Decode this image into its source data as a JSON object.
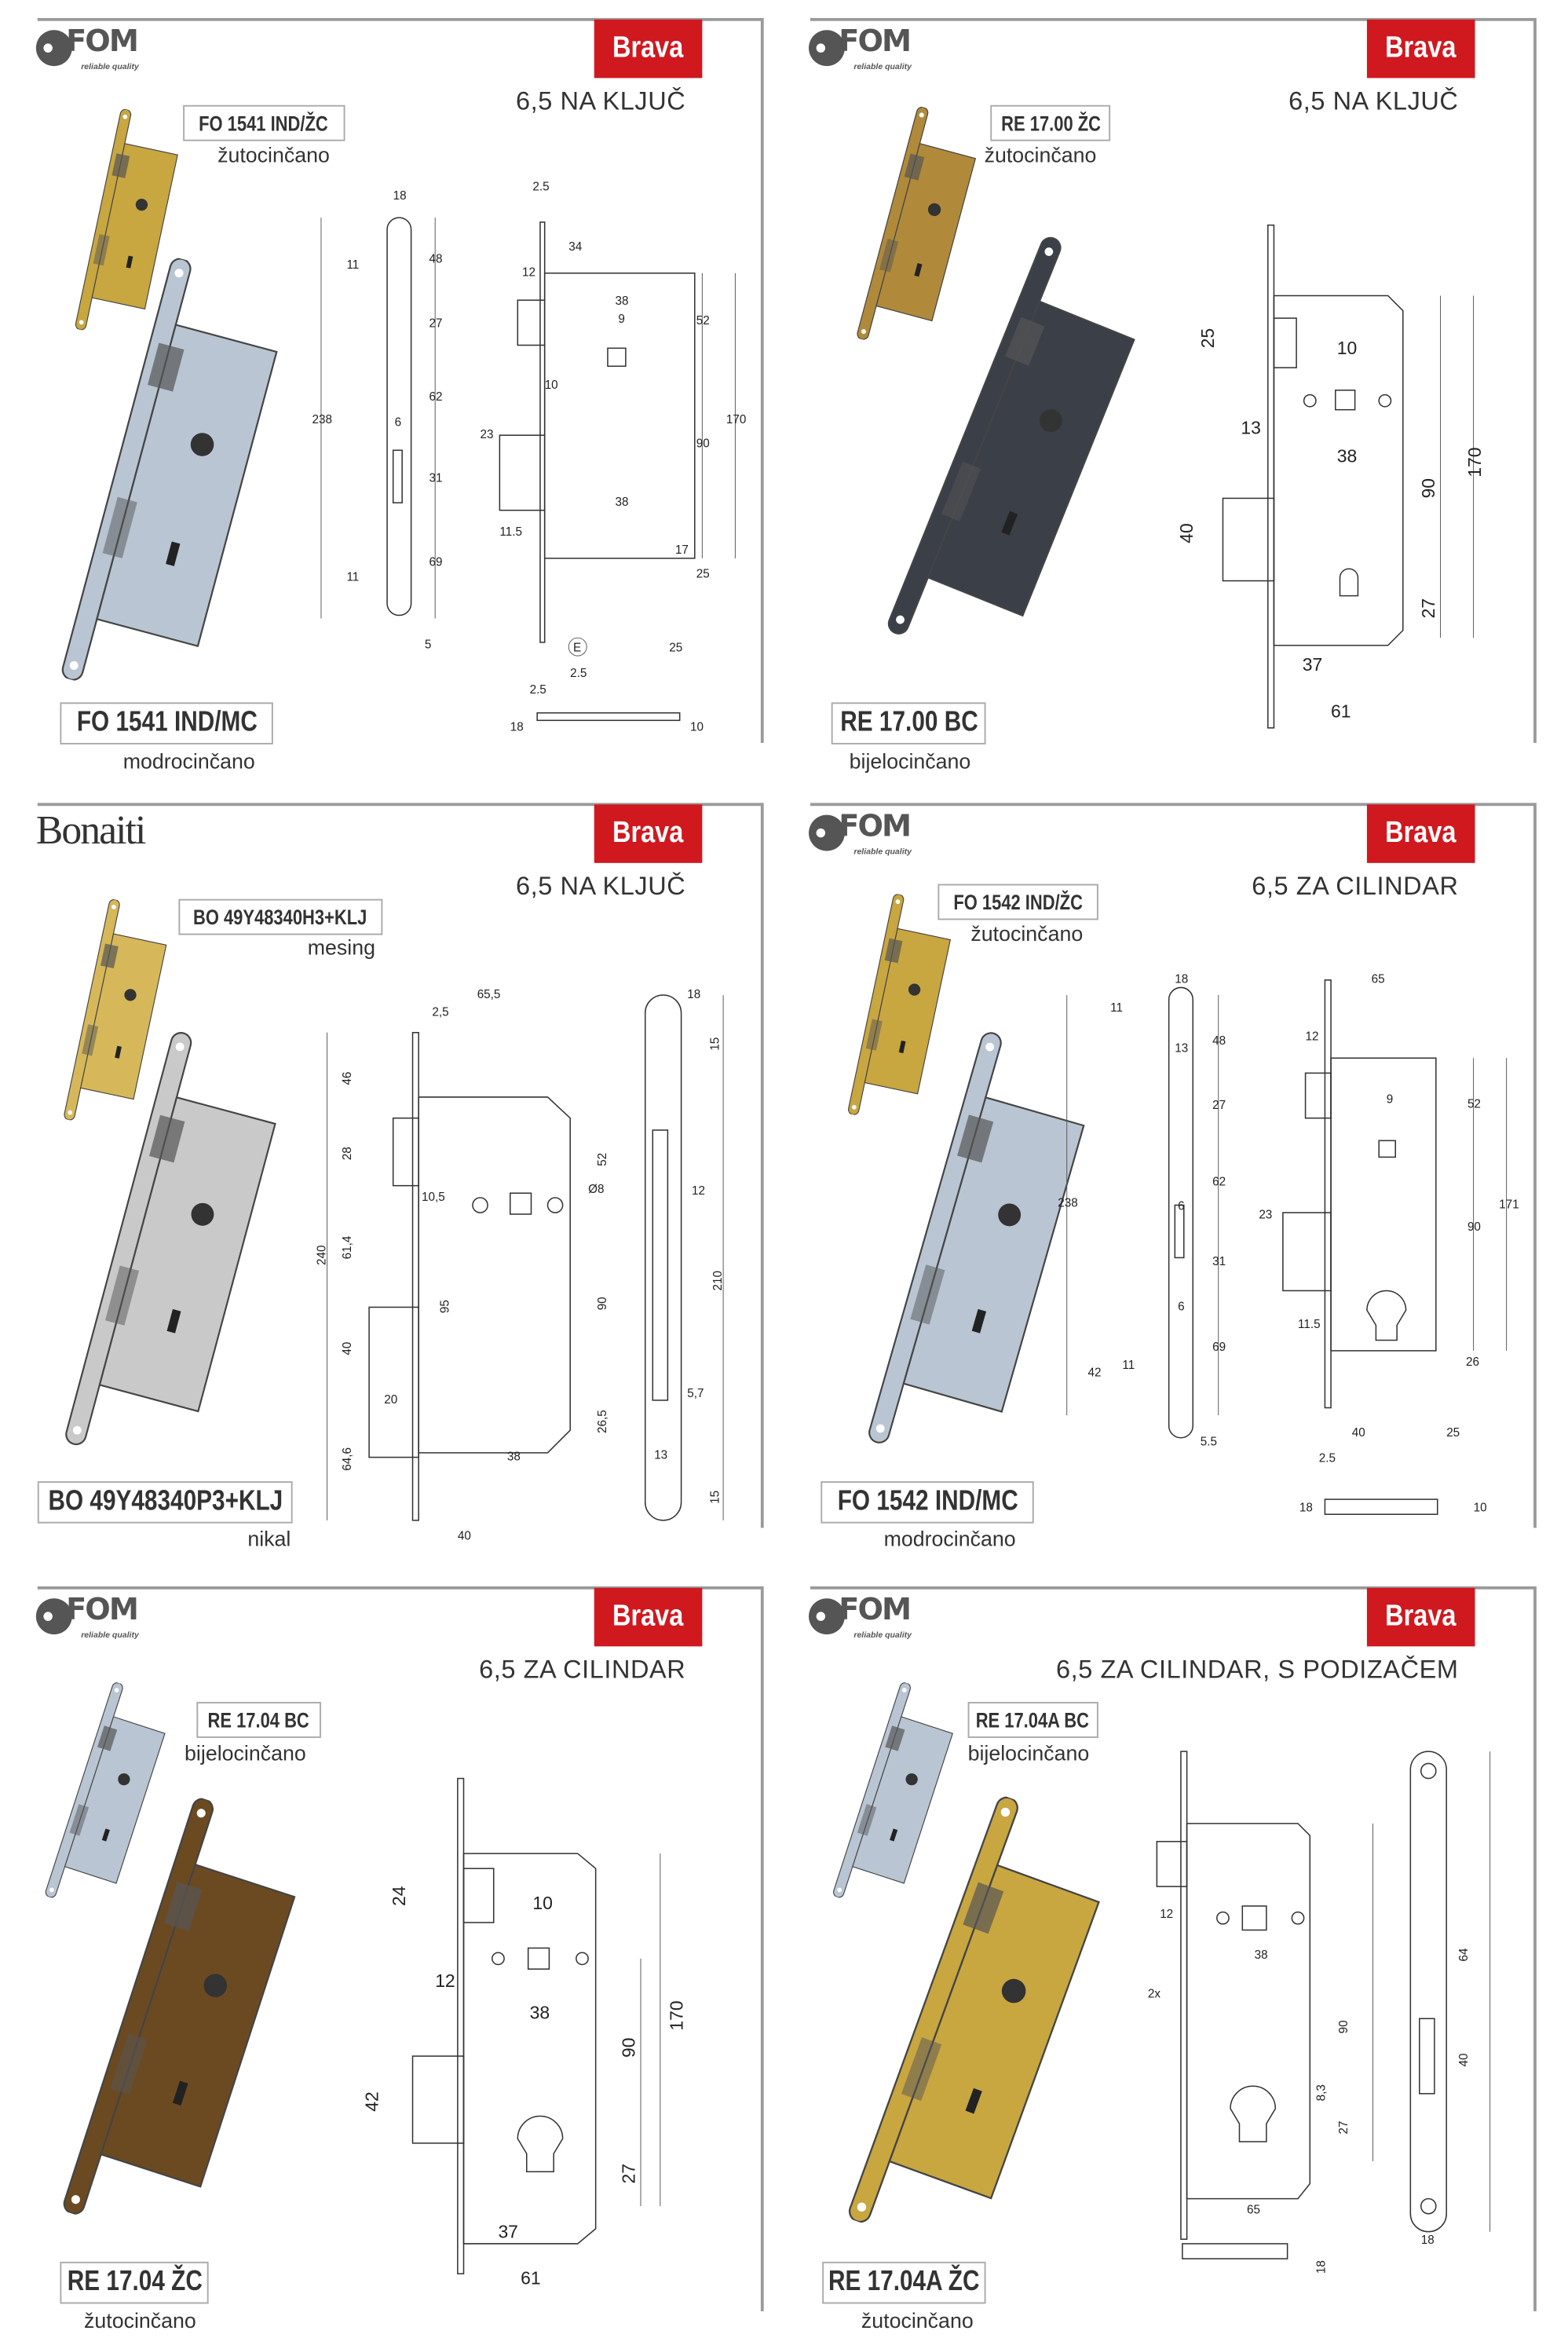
{
  "panels": [
    {
      "logo": "FOM",
      "logo_tag": "reliable quality",
      "badge": "Brava",
      "title": "6,5 NA KLJUČ",
      "top_code": "FO 1541 IND/ŽC",
      "top_finish": "žutocinčano",
      "bottom_code": "FO 1541 IND/MC",
      "bottom_finish": "modrocinčano",
      "dims": [
        "18",
        "11",
        "48",
        "27",
        "62",
        "238",
        "6",
        "31",
        "69",
        "11",
        "5",
        "2.5",
        "34",
        "12",
        "38",
        "9",
        "52",
        "10",
        "170",
        "23",
        "90",
        "38",
        "11.5",
        "17",
        "25",
        "E",
        "25",
        "2.5",
        "2.5",
        "18",
        "10"
      ]
    },
    {
      "logo": "FOM",
      "logo_tag": "reliable quality",
      "badge": "Brava",
      "title": "6,5 NA KLJUČ",
      "top_code": "RE 17.00 ŽC",
      "top_finish": "žutocinčano",
      "bottom_code": "RE 17.00 BC",
      "bottom_finish": "bijelocinčano",
      "dims": [
        "25",
        "10",
        "13",
        "38",
        "170",
        "90",
        "40",
        "27",
        "37",
        "61"
      ]
    },
    {
      "logo": "Bonaiti",
      "badge": "Brava",
      "title": "6,5 NA KLJUČ",
      "top_code": "BO 49Y48340H3+KLJ",
      "top_finish": "mesing",
      "bottom_code": "BO 49Y48340P3+KLJ",
      "bottom_finish": "nikal",
      "dims": [
        "65,5",
        "2,5",
        "18",
        "46",
        "15",
        "28",
        "52",
        "Ø8",
        "12",
        "10,5",
        "240",
        "61,4",
        "210",
        "95",
        "90",
        "40",
        "20",
        "5,7",
        "26,5",
        "38",
        "13",
        "64,6",
        "15",
        "40"
      ]
    },
    {
      "logo": "FOM",
      "logo_tag": "reliable quality",
      "badge": "Brava",
      "title": "6,5 ZA CILINDAR",
      "top_code": "FO 1542 IND/ŽC",
      "top_finish": "žutocinčano",
      "bottom_code": "FO 1542 IND/MC",
      "bottom_finish": "modrocinčano",
      "dims": [
        "18",
        "11",
        "13",
        "48",
        "27",
        "238",
        "62",
        "6",
        "31",
        "6",
        "69",
        "42",
        "11",
        "5.5",
        "65",
        "12",
        "9",
        "52",
        "171",
        "23",
        "90",
        "11.5",
        "26",
        "40",
        "25",
        "2.5",
        "18",
        "10"
      ]
    },
    {
      "logo": "FOM",
      "logo_tag": "reliable quality",
      "badge": "Brava",
      "title": "6,5 ZA CILINDAR",
      "top_code": "RE 17.04 BC",
      "top_finish": "bijelocinčano",
      "bottom_code": "RE 17.04 ŽC",
      "bottom_finish": "žutocinčano",
      "dims": [
        "24",
        "10",
        "12",
        "38",
        "170",
        "90",
        "42",
        "27",
        "37",
        "61"
      ]
    },
    {
      "logo": "FOM",
      "logo_tag": "reliable quality",
      "badge": "Brava",
      "title": "6,5 ZA CILINDAR, S PODIZAČEM",
      "top_code": "RE 17.04A BC",
      "top_finish": "bijelocinčano",
      "bottom_code": "RE 17.04A ŽC",
      "bottom_finish": "žutocinčano",
      "dims": [
        "12",
        "38",
        "2x",
        "64",
        "90",
        "40",
        "8,3",
        "27",
        "65",
        "18",
        "18"
      ]
    }
  ],
  "colors": {
    "badge": "#d0181f",
    "rule": "#9a9a9a",
    "silver": "#b9c5d2",
    "yellow": "#c8a640",
    "brass": "#d6b85a",
    "bronze": "#6b4a22",
    "nickel": "#c9c9c9"
  }
}
